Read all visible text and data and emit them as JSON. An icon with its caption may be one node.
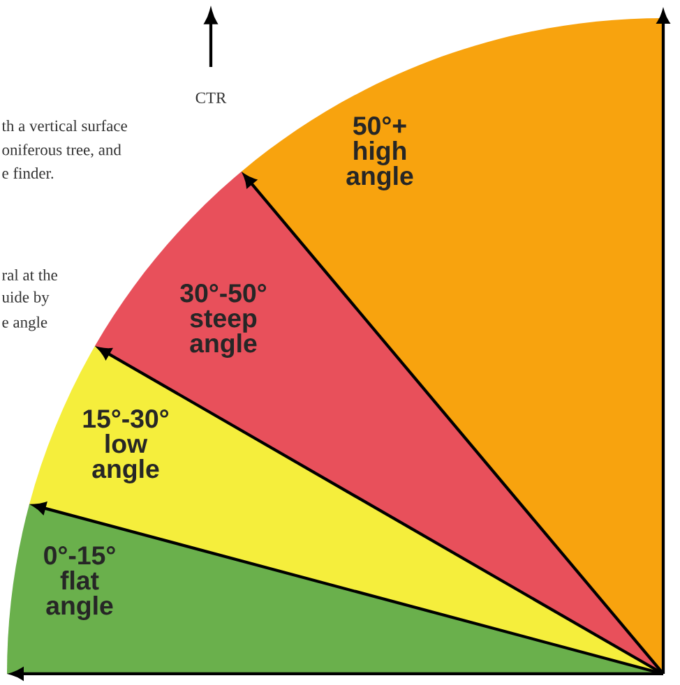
{
  "diagram": {
    "nodes": [
      {
        "text": [
          "0°-15°",
          "flat angle"
        ]
      },
      {
        "text": [
          "15°-30°",
          "low angle"
        ]
      },
      {
        "text": [
          "30°-50°",
          "steep angle"
        ]
      },
      {
        "text": [
          "50°+",
          "high angle"
        ]
      }
    ],
    "labels": [
      "CTR",
      "th a vertical surface",
      "oniferous tree, and",
      "e finder.",
      "ral at the",
      "uide by",
      "e angle"
    ]
  }
}
